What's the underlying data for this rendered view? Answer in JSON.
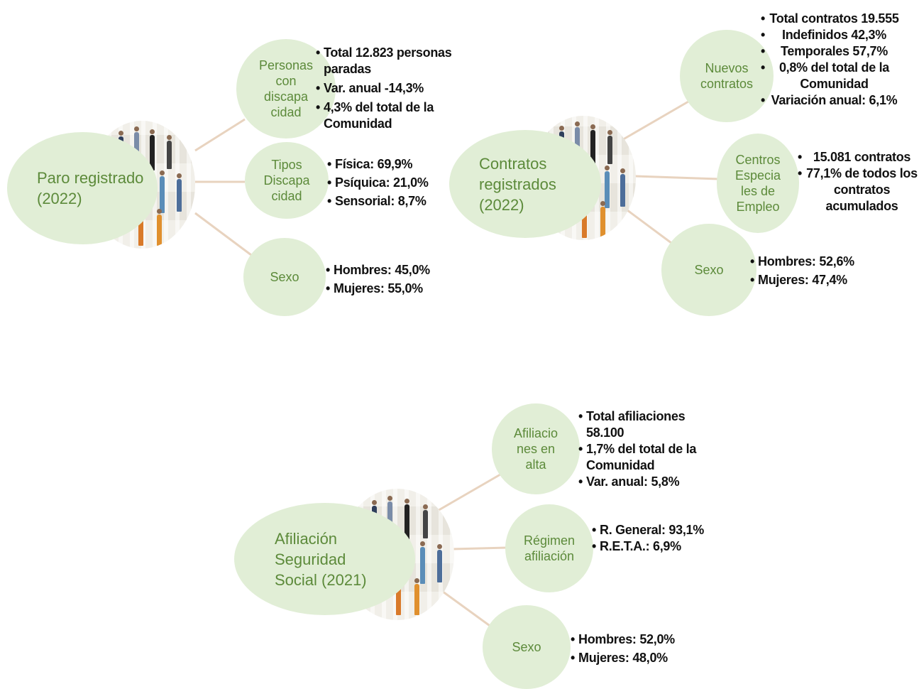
{
  "groups": [
    {
      "title": "Paro registrado (2022)",
      "branches": [
        {
          "label": "Personas con discapa cidad",
          "bullets": [
            "Total 12.823 personas paradas",
            "Var. anual -14,3%",
            "4,3% del total de la Comunidad"
          ]
        },
        {
          "label": "Tipos Discapa cidad",
          "bullets": [
            "Física: 69,9%",
            "Psíquica: 21,0%",
            "Sensorial: 8,7%"
          ]
        },
        {
          "label": "Sexo",
          "bullets": [
            "Hombres: 45,0%",
            "Mujeres: 55,0%"
          ]
        }
      ]
    },
    {
      "title": "Contratos registrados (2022)",
      "branches": [
        {
          "label": "Nuevos contratos",
          "bullets": [
            "Total contratos 19.555",
            "Indefinidos 42,3%",
            "Temporales 57,7%",
            "0,8% del total de la Comunidad",
            "Variación anual: 6,1%"
          ]
        },
        {
          "label": "Centros Especia les de Empleo",
          "bullets": [
            "15.081 contratos",
            "77,1% de todos los contratos acumulados"
          ]
        },
        {
          "label": "Sexo",
          "bullets": [
            "Hombres: 52,6%",
            "Mujeres: 47,4%"
          ]
        }
      ]
    },
    {
      "title": "Afiliación Seguridad Social (2021)",
      "branches": [
        {
          "label": "Afiliacio nes en alta",
          "bullets": [
            "Total afiliaciones 58.100",
            "1,7% del total de la Comunidad",
            "Var. anual: 5,8%"
          ]
        },
        {
          "label": "Régimen afiliación",
          "bullets": [
            "R. General: 93,1%",
            "R.E.T.A.: 6,9%"
          ]
        },
        {
          "label": "Sexo",
          "bullets": [
            "Hombres: 52,0%",
            "Mujeres: 48,0%"
          ]
        }
      ]
    }
  ],
  "colors": {
    "bubble": "#e1eed6",
    "bubble_text": "#5c8a3a",
    "connector": "#e8d3bf",
    "bullet_text": "#111111"
  }
}
